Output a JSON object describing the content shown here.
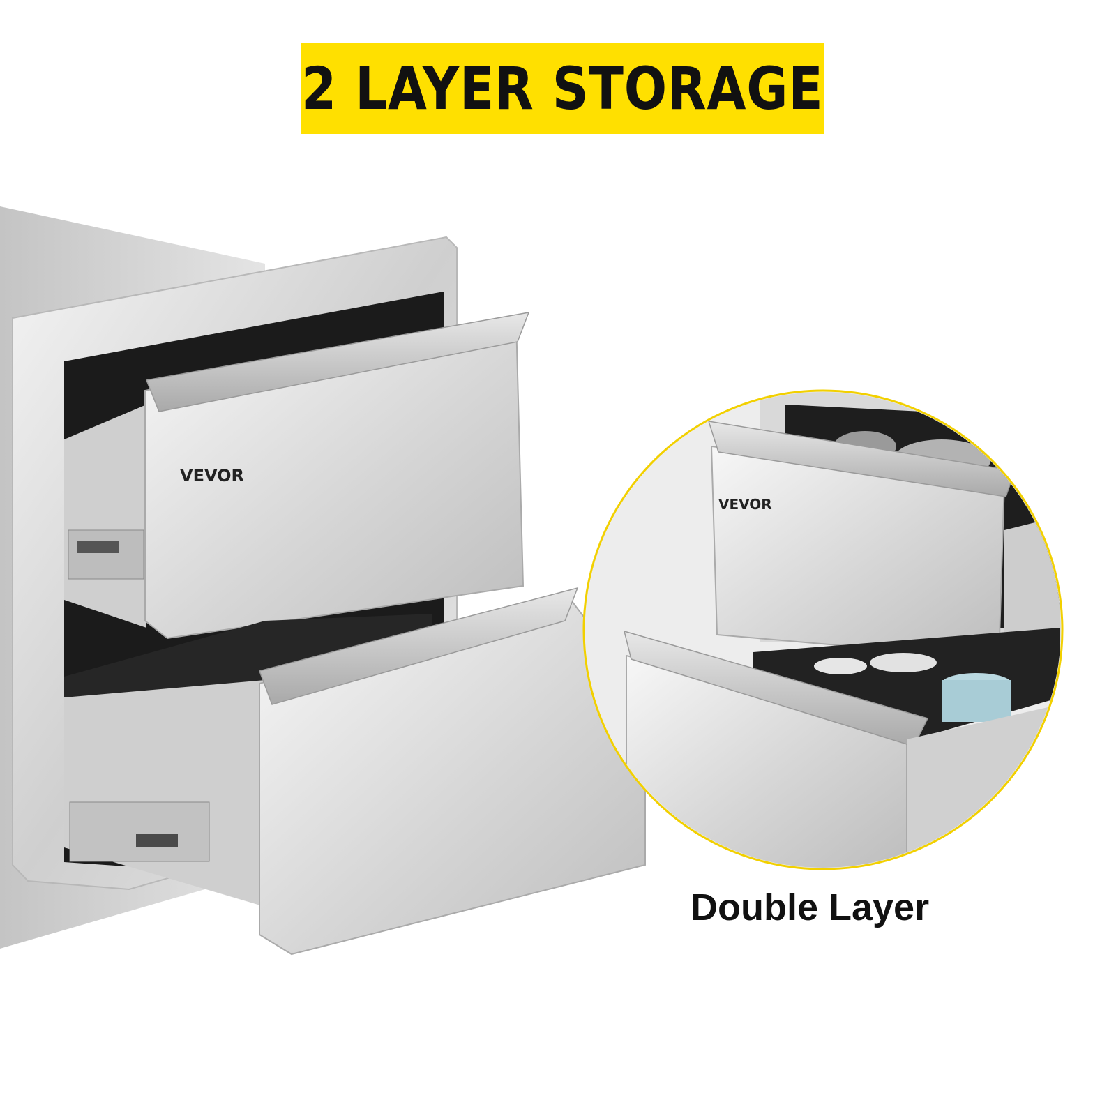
{
  "banner": {
    "title": "2 LAYER STORAGE",
    "bg_color": "#FFE000"
  },
  "brand": {
    "logo_text": "VEVOR"
  },
  "caption": {
    "text": "Double Layer"
  },
  "inset": {
    "border_color": "#F2D000"
  }
}
